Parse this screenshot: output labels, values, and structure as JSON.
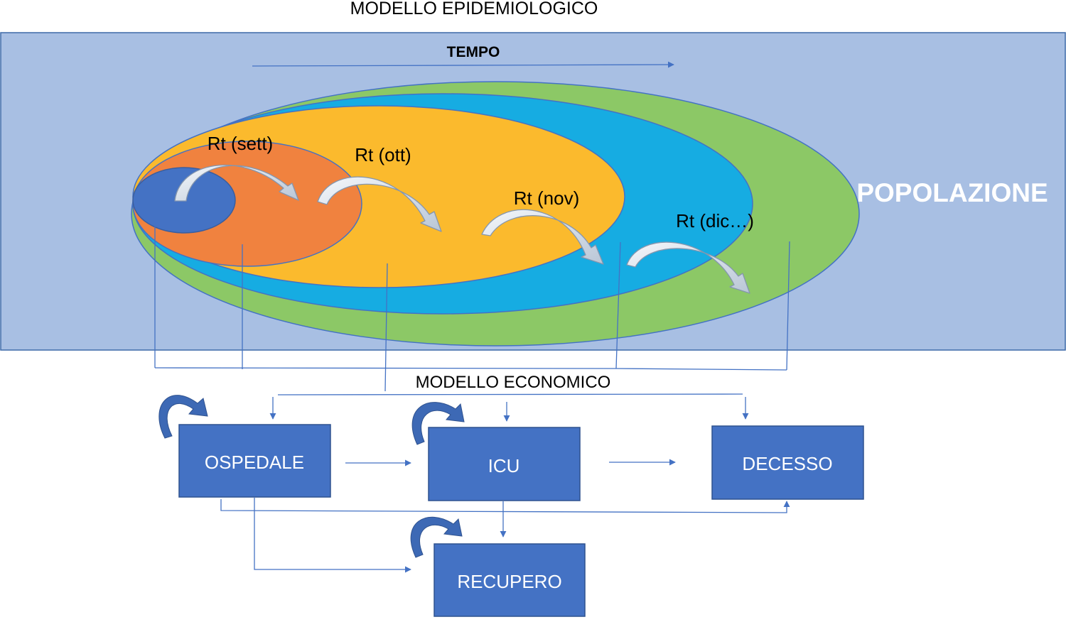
{
  "epidemiological_model": {
    "title": "MODELLO EPIDEMIOLOGICO",
    "time_label": "TEMPO",
    "population_label": "POPOLAZIONE",
    "rt_labels": [
      "Rt (sett)",
      "Rt (ott)",
      "Rt (nov)",
      "Rt (dic…)"
    ]
  },
  "economic_model": {
    "title": "MODELLO ECONOMICO",
    "boxes": {
      "hospital": "OSPEDALE",
      "icu": "ICU",
      "death": "DECESSO",
      "recovery": "RECUPERO"
    }
  },
  "colors": {
    "population_background": "#A8BFE3",
    "outer_ellipse": "#8CC866",
    "blue_ellipse": "#16ACE2",
    "yellow_ellipse": "#FBBA2D",
    "orange_ellipse": "#F0823F",
    "core_ellipse": "#4472C4",
    "box_fill": "#4472C4",
    "connector": "#4472C4",
    "curved_arrow_fill": "#D6DFEA"
  }
}
